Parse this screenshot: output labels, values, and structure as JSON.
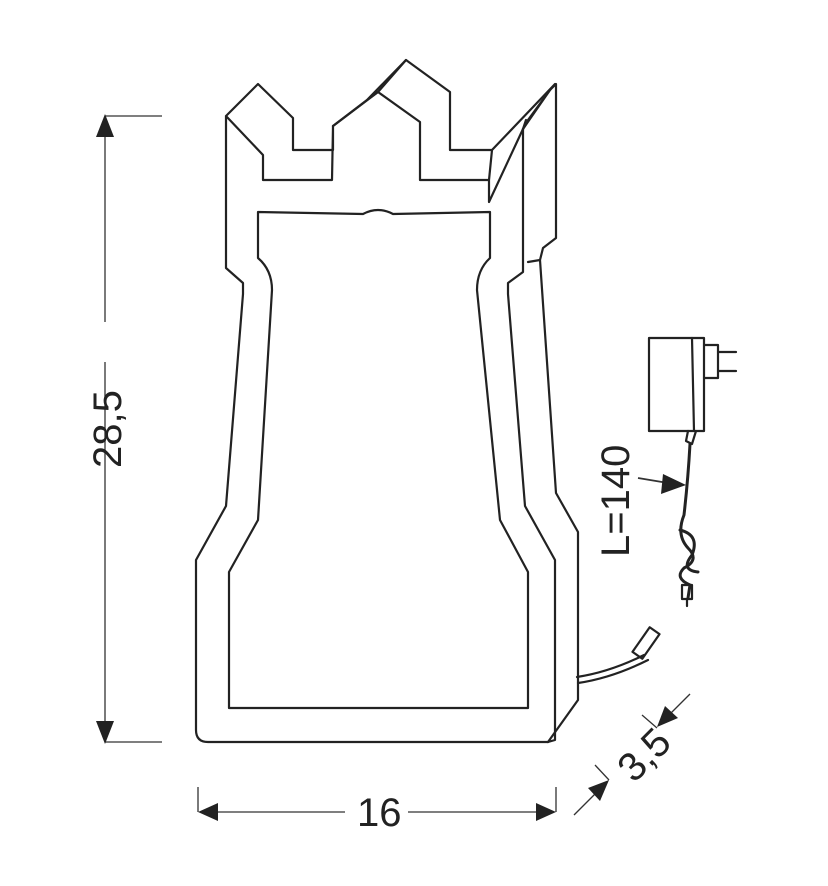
{
  "diagram": {
    "subject": "rook-shaped-lamp",
    "line_color": "#222222",
    "background": "#ffffff"
  },
  "dimensions": {
    "height": {
      "label": "28,5"
    },
    "width": {
      "label": "16"
    },
    "depth": {
      "label": "3,5"
    },
    "cable_length": {
      "label": "L=140"
    }
  },
  "components": {
    "lamp_body": "rook-chess-piece-outline",
    "power_adapter": "plug-in-adapter",
    "cable_connector": "dc-connector"
  }
}
